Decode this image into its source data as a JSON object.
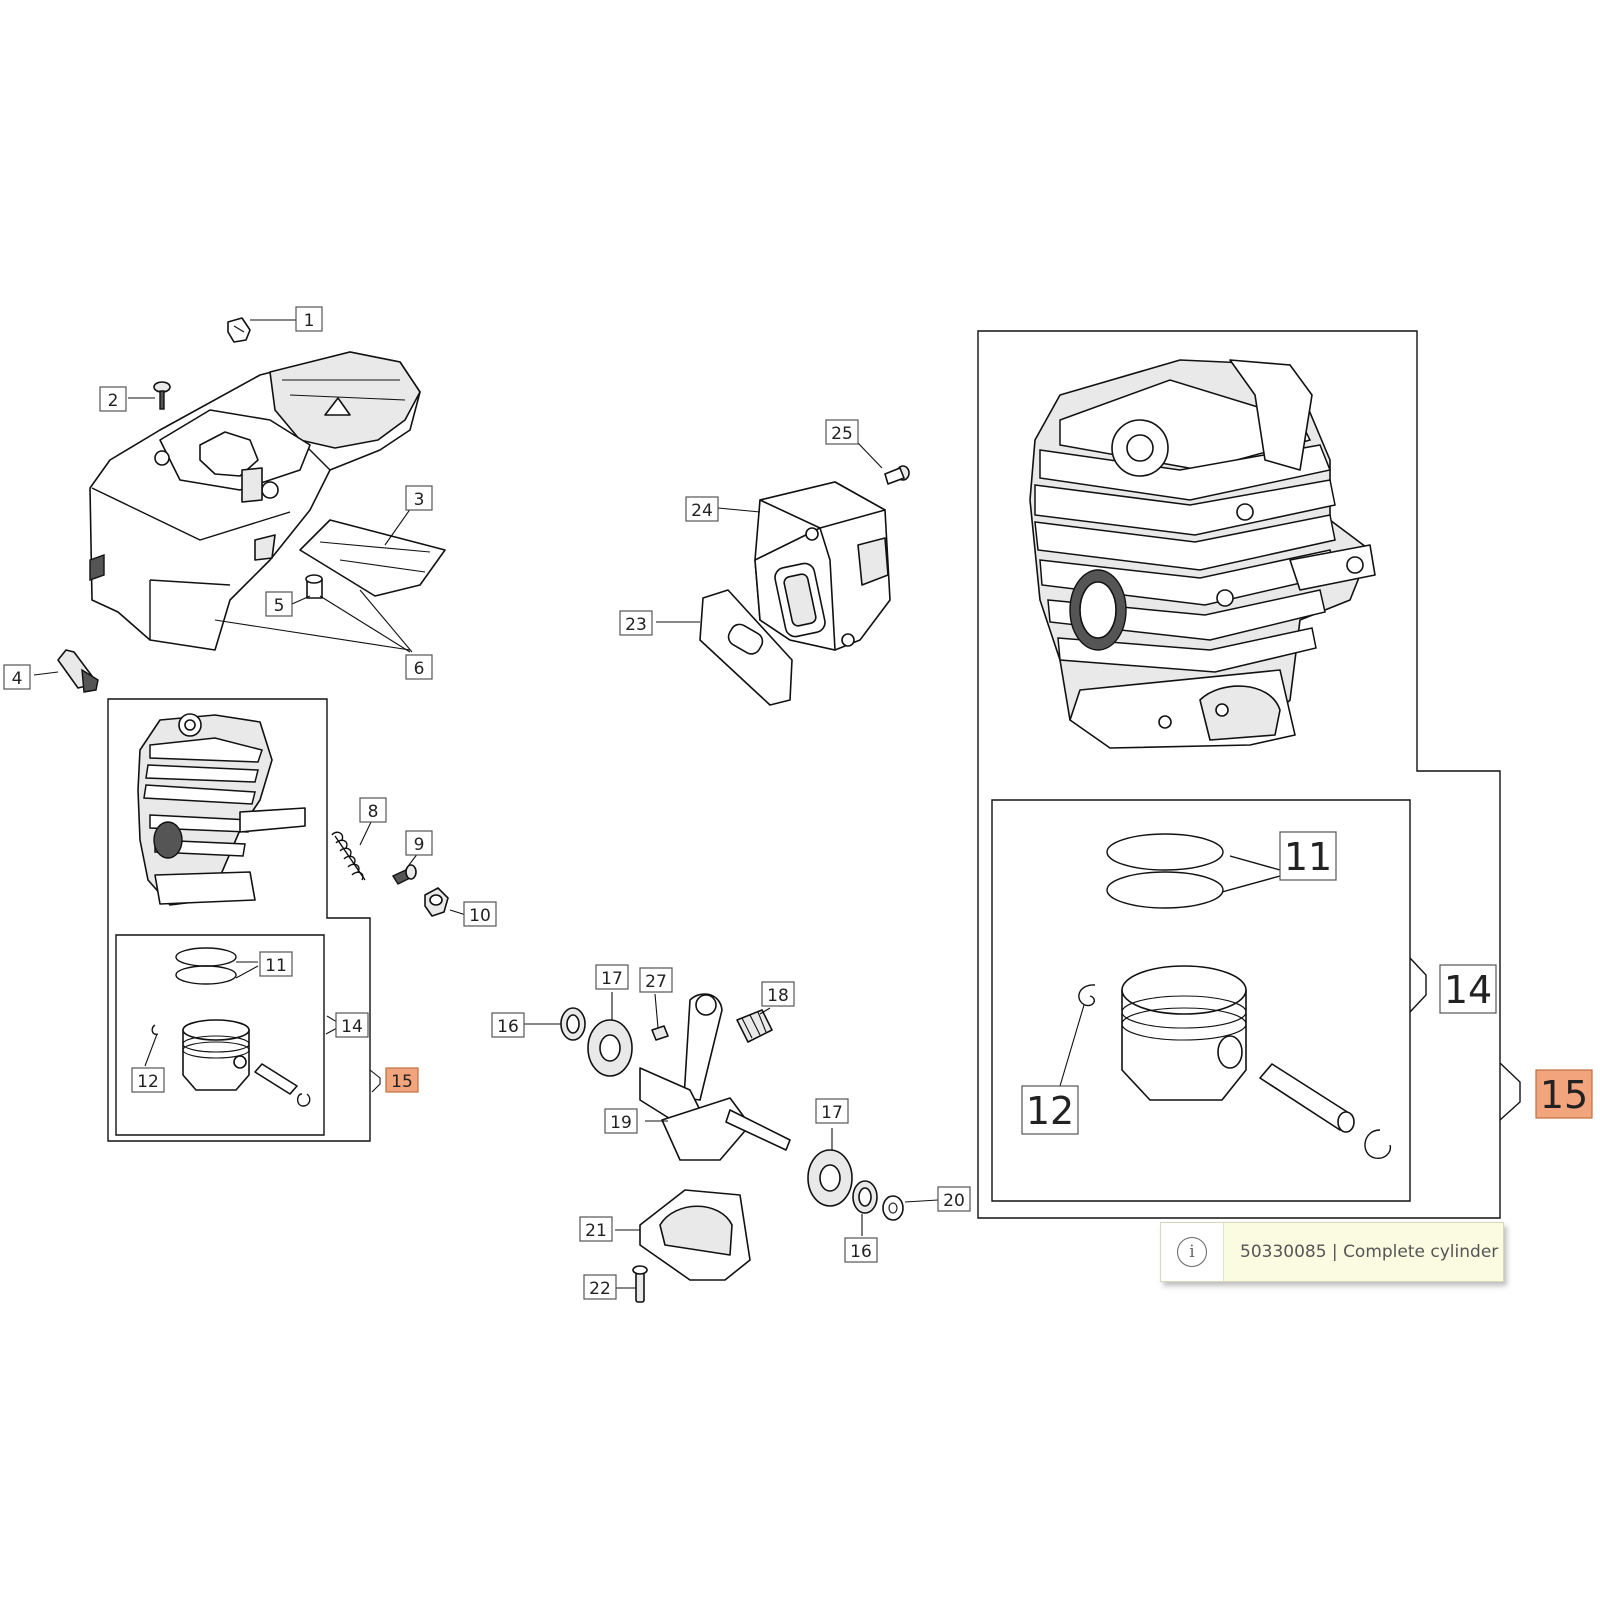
{
  "diagram": {
    "labels": {
      "l1": "1",
      "l2": "2",
      "l3": "3",
      "l4": "4",
      "l5": "5",
      "l6": "6",
      "l8": "8",
      "l9": "9",
      "l10": "10",
      "l11": "11",
      "l12": "12",
      "l14": "14",
      "l15": "15",
      "l16a": "16",
      "l16b": "16",
      "l17a": "17",
      "l17b": "17",
      "l18": "18",
      "l19": "19",
      "l20": "20",
      "l21": "21",
      "l22": "22",
      "l23": "23",
      "l24": "24",
      "l25": "25",
      "l27": "27",
      "z11": "11",
      "z12": "12",
      "z14": "14",
      "z15": "15"
    },
    "highlight_color": "#f2a47c"
  },
  "tooltip": {
    "icon": "info-icon",
    "text": "50330085 | Complete cylinder"
  }
}
